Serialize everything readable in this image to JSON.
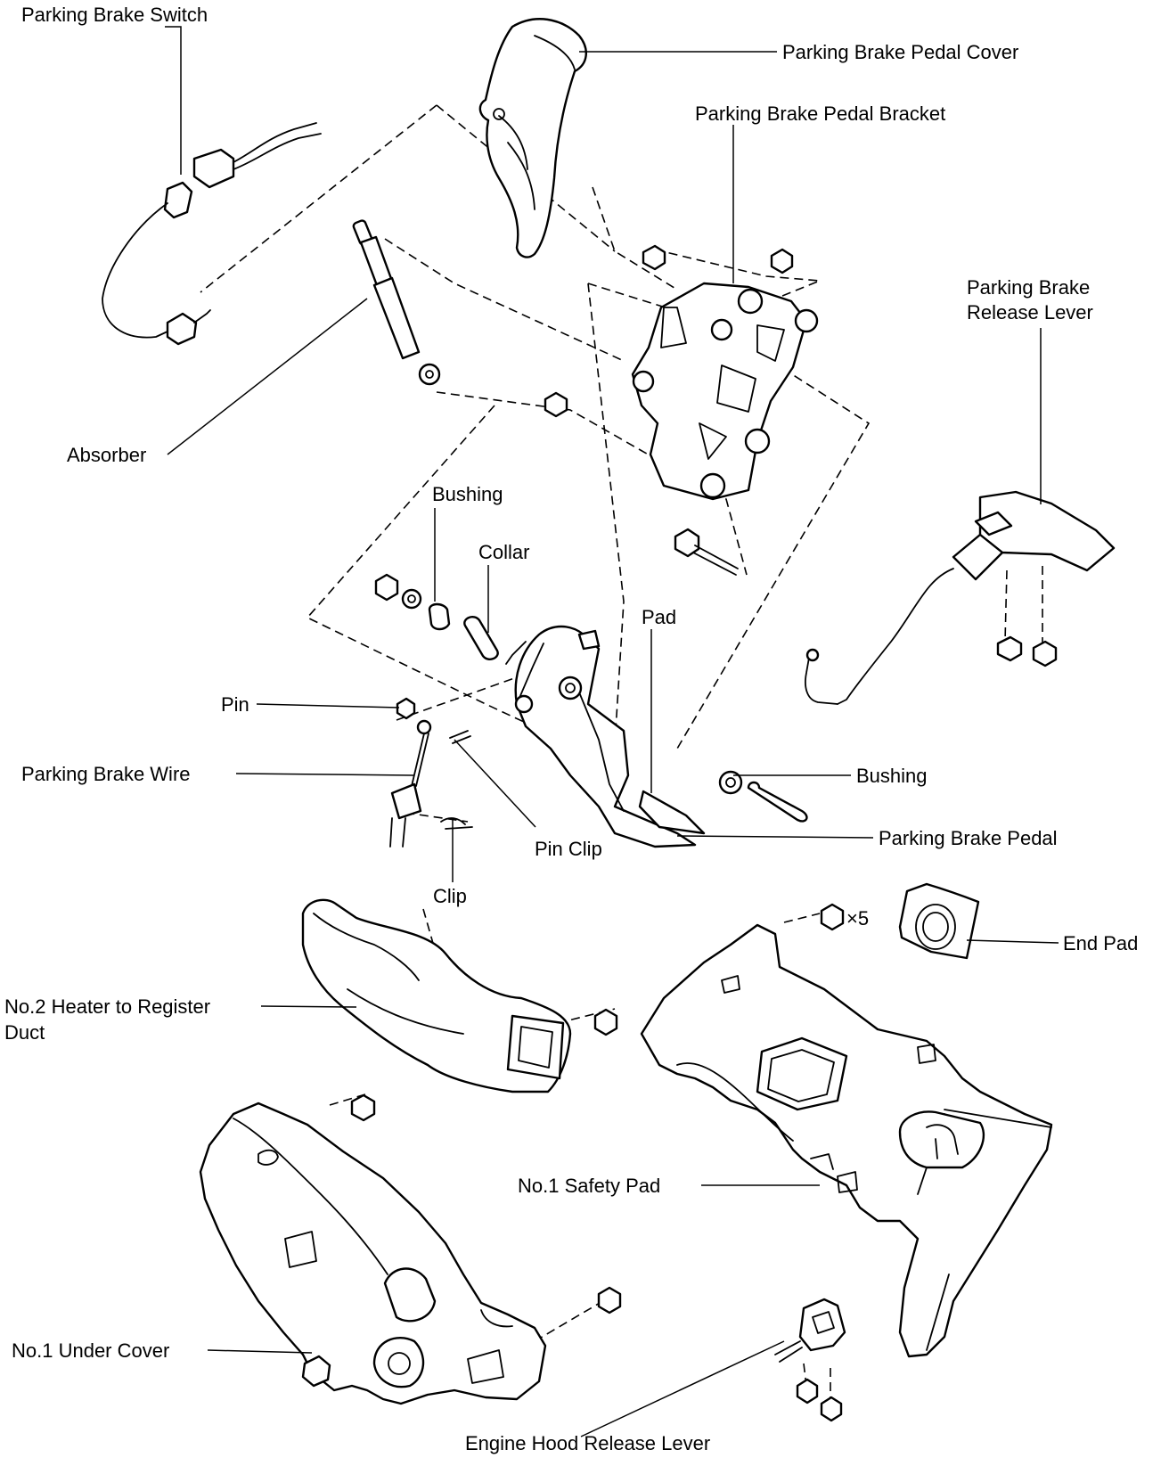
{
  "labels": {
    "parking_brake_switch": "Parking Brake Switch",
    "parking_brake_pedal_cover": "Parking Brake Pedal Cover",
    "parking_brake_pedal_bracket": "Parking Brake Pedal Bracket",
    "parking_brake_release_lever_line1": "Parking Brake",
    "parking_brake_release_lever_line2": "Release Lever",
    "absorber": "Absorber",
    "bushing_upper": "Bushing",
    "collar": "Collar",
    "pad": "Pad",
    "pin": "Pin",
    "parking_brake_wire": "Parking Brake Wire",
    "bushing_right": "Bushing",
    "pin_clip": "Pin Clip",
    "parking_brake_pedal": "Parking Brake Pedal",
    "clip": "Clip",
    "bolt_count": "×5",
    "end_pad": "End Pad",
    "no2_heater_duct_line1": "No.2 Heater to Register",
    "no2_heater_duct_line2": "Duct",
    "no1_safety_pad": "No.1 Safety Pad",
    "no1_under_cover": "No.1 Under Cover",
    "engine_hood_release_lever": "Engine Hood Release Lever"
  }
}
